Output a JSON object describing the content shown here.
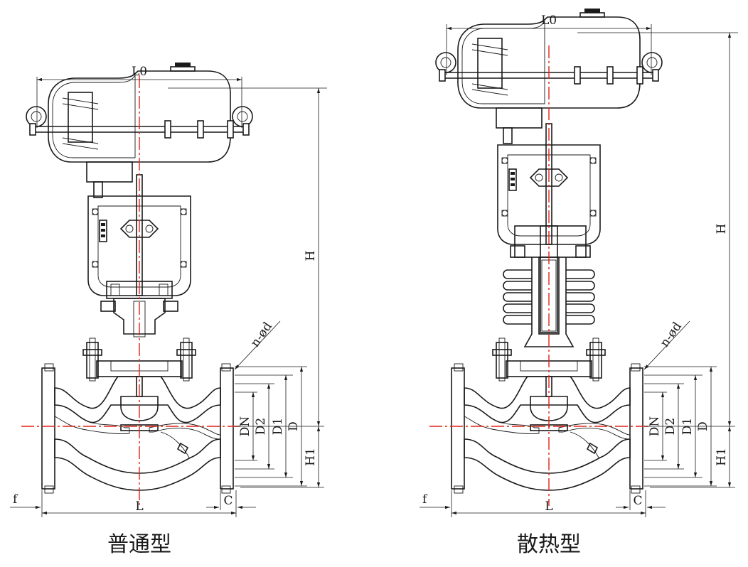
{
  "variants": [
    {
      "caption": "普通型",
      "labels": {
        "L0": "L0",
        "H": "H",
        "H1": "H1",
        "L": "L",
        "f": "f",
        "C": "C",
        "DN": "DN",
        "D2": "D2",
        "D1": "D1",
        "D": "D",
        "nd": "n-ød"
      }
    },
    {
      "caption": "散热型",
      "labels": {
        "L0": "L0",
        "H": "H",
        "H1": "H1",
        "L": "L",
        "f": "f",
        "C": "C",
        "DN": "DN",
        "D2": "D2",
        "D1": "D1",
        "D": "D",
        "nd": "n-ød"
      }
    }
  ],
  "colors": {
    "line": "#1a1a1a",
    "centerline": "#e2231a",
    "background": "#ffffff"
  }
}
